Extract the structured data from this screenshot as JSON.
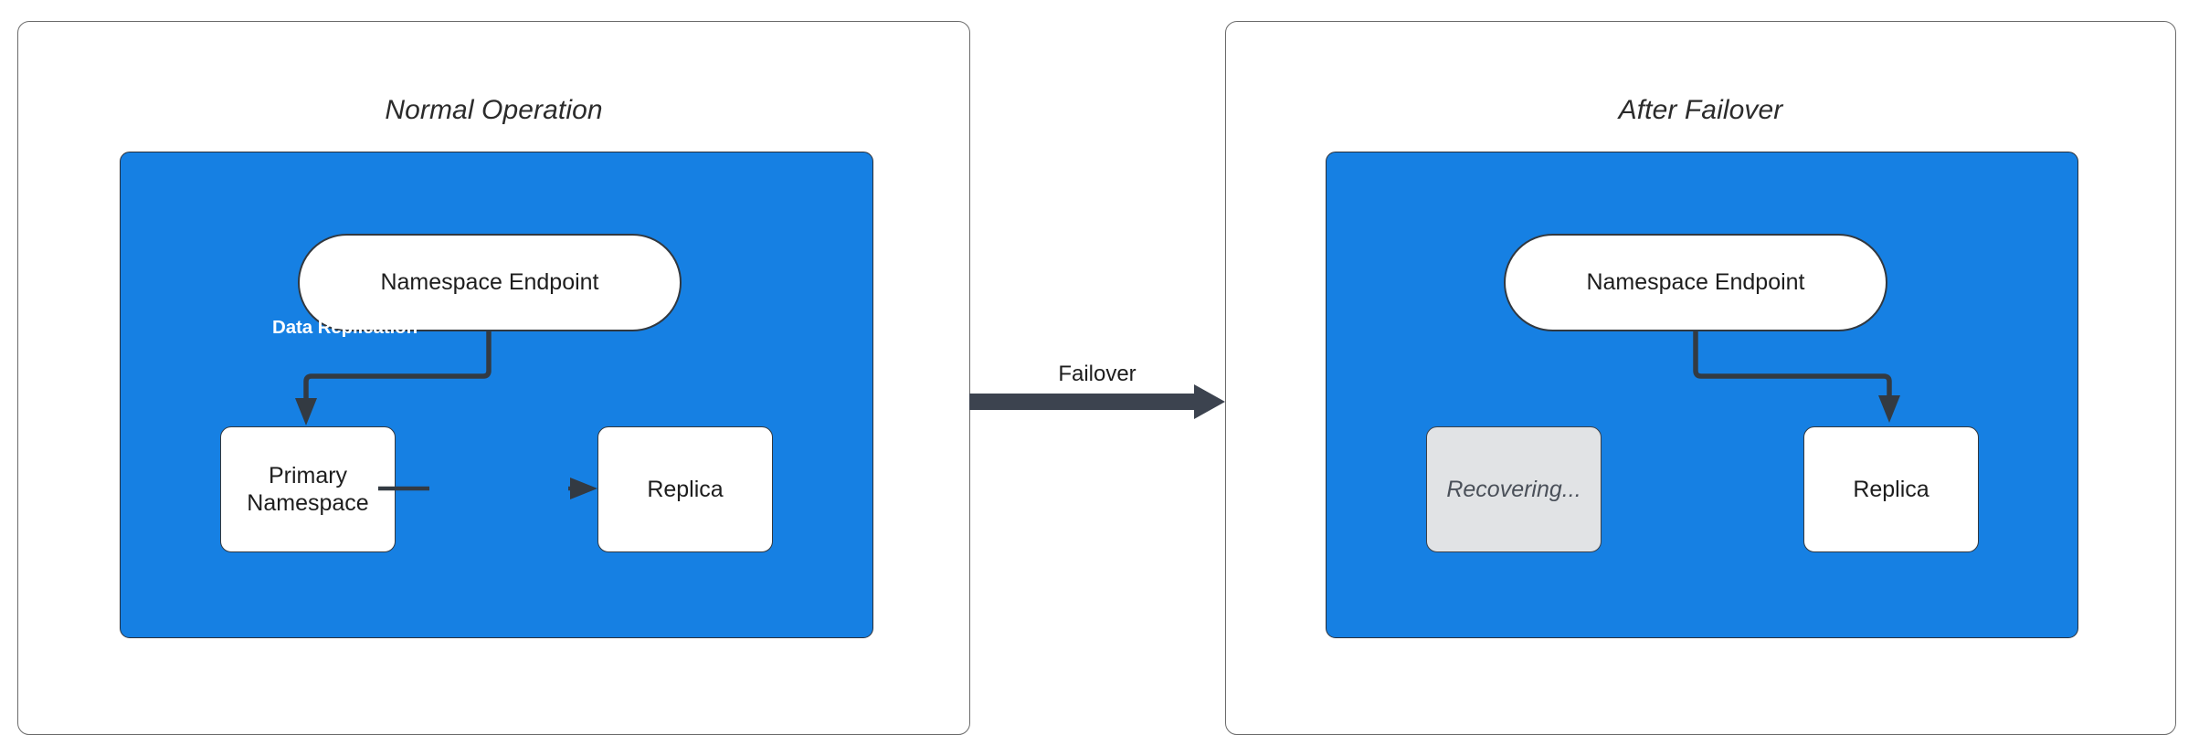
{
  "diagram": {
    "type": "failover-architecture-diagram",
    "colors": {
      "zone_blue": "#1680e3",
      "node_white": "#ffffff",
      "node_muted_gray": "#e1e3e5",
      "stroke_dark": "#333a42",
      "panel_border": "#6b6b6b",
      "label_white": "#ffffff",
      "text_dark": "#1d1d1d"
    },
    "panels": [
      {
        "id": "normal-operation",
        "title": "Normal Operation",
        "endpoint": {
          "label": "Namespace Endpoint",
          "shape": "pill"
        },
        "nodes": [
          {
            "id": "primary",
            "label": "Primary\nNamespace",
            "line1": "Primary",
            "line2": "Namespace",
            "state": "active"
          },
          {
            "id": "replica",
            "label": "Replica",
            "line1": "Replica",
            "line2": "",
            "state": "active"
          }
        ],
        "edges": [
          {
            "from": "endpoint",
            "to": "primary",
            "label": "",
            "style": "elbow-arrow"
          },
          {
            "from": "primary",
            "to": "replica",
            "label": "Data Replication",
            "style": "straight-arrow"
          }
        ]
      },
      {
        "id": "after-failover",
        "title": "After Failover",
        "endpoint": {
          "label": "Namespace Endpoint",
          "shape": "pill"
        },
        "nodes": [
          {
            "id": "recovering",
            "label": "Recovering...",
            "line1": "Recovering...",
            "line2": "",
            "state": "recovering"
          },
          {
            "id": "replica",
            "label": "Replica",
            "line1": "Replica",
            "line2": "",
            "state": "active"
          }
        ],
        "edges": [
          {
            "from": "endpoint",
            "to": "replica",
            "label": "",
            "style": "elbow-arrow"
          }
        ]
      }
    ],
    "transition": {
      "label": "Failover",
      "direction": "left-to-right",
      "icon": "right-arrow-icon"
    }
  }
}
